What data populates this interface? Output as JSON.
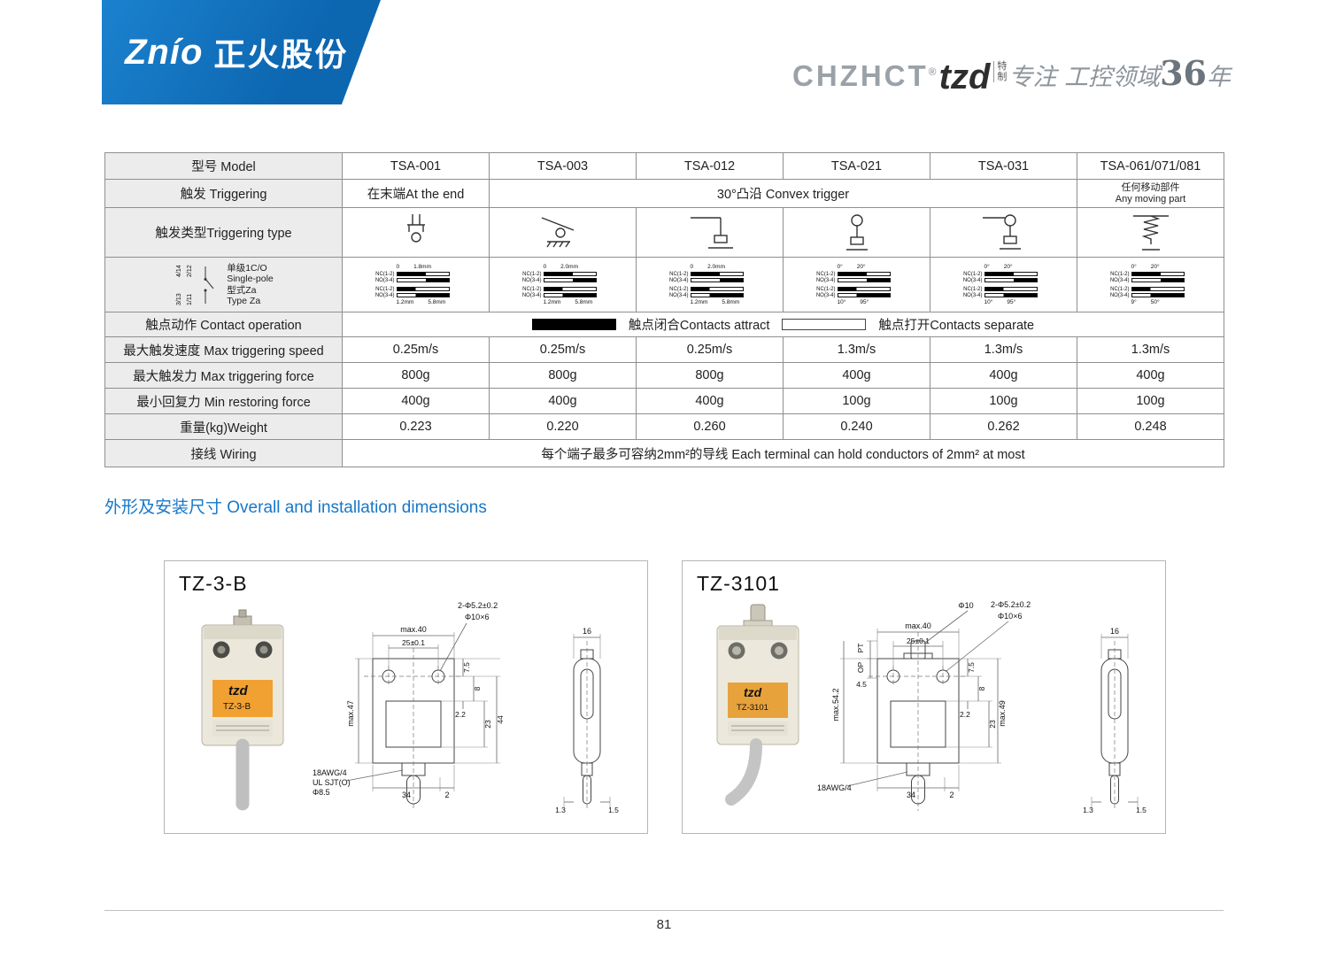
{
  "header": {
    "logo_en": "Znío",
    "logo_zh": "正火股份",
    "brand": "CHZHCT",
    "brand_reg": "®",
    "tzd": "tzd",
    "tzd_tag": "特制",
    "slogan_pre": "专注 工控领域",
    "slogan_num": "36",
    "slogan_post": "年"
  },
  "table": {
    "model": {
      "label": "型号 Model",
      "values": [
        "TSA-001",
        "TSA-003",
        "TSA-012",
        "TSA-021",
        "TSA-031",
        "TSA-061/071/081"
      ]
    },
    "triggering": {
      "label": "触发 Triggering",
      "end": "在末端At the end",
      "convex": "30°凸沿 Convex trigger",
      "any_zh": "任何移动部件",
      "any_en": "Any moving part"
    },
    "trigger_type": {
      "label": "触发类型Triggering type"
    },
    "circuit": {
      "terminals": [
        "4/14",
        "2/12",
        "3/13",
        "1/11"
      ],
      "pole": [
        "单级1C/O",
        "Single-pole",
        "型式Za",
        "Type Za"
      ],
      "contact_labels": [
        "NC(1-2)",
        "NO(3-4)"
      ],
      "diagrams": [
        {
          "t0": "0",
          "t1": "1.8mm",
          "b0": "1.2mm",
          "b1": "5.8mm"
        },
        {
          "t0": "0",
          "t1": "2.0mm",
          "b0": "1.2mm",
          "b1": "5.8mm"
        },
        {
          "t0": "0",
          "t1": "2.0mm",
          "b0": "1.2mm",
          "b1": "5.8mm"
        },
        {
          "t0": "0°",
          "t1": "20°",
          "b0": "10°",
          "b1": "95°"
        },
        {
          "t0": "0°",
          "t1": "20°",
          "b0": "10°",
          "b1": "95°"
        },
        {
          "t0": "0°",
          "t1": "20°",
          "b0": "9°",
          "b1": "50°"
        }
      ]
    },
    "contact_op": {
      "label": "触点动作 Contact operation",
      "attract": "触点闭合Contacts attract",
      "separate": "触点打开Contacts separate"
    },
    "max_speed": {
      "label": "最大触发速度 Max triggering speed",
      "values": [
        "0.25m/s",
        "0.25m/s",
        "0.25m/s",
        "1.3m/s",
        "1.3m/s",
        "1.3m/s"
      ]
    },
    "max_force": {
      "label": "最大触发力 Max triggering force",
      "values": [
        "800g",
        "800g",
        "800g",
        "400g",
        "400g",
        "400g"
      ]
    },
    "min_force": {
      "label": "最小回复力 Min restoring force",
      "values": [
        "400g",
        "400g",
        "400g",
        "100g",
        "100g",
        "100g"
      ]
    },
    "weight": {
      "label": "重量(kg)Weight",
      "values": [
        "0.223",
        "0.220",
        "0.260",
        "0.240",
        "0.262",
        "0.248"
      ]
    },
    "wiring": {
      "label": "接线 Wiring",
      "value": "每个端子最多可容纳2mm²的导线 Each terminal can hold conductors of 2mm² at most"
    }
  },
  "section_title": "外形及安装尺寸 Overall and installation dimensions",
  "drawings": {
    "tz3b": {
      "title": "TZ-3-B",
      "photo": {
        "brand": "tzd",
        "model": "TZ-3-B"
      },
      "dims": {
        "hole_callout": "2-Φ5.2±0.2",
        "hole_callout2": "Φ10×6",
        "max_w": "max.40",
        "hole_span": "25±0.1",
        "max_h": "max.47",
        "d75": "7.5",
        "d8": "8",
        "d22": "2.2",
        "d23": "23",
        "d44": "44",
        "d34": "34",
        "d2": "2",
        "d16": "16",
        "d13": "1.3",
        "d15": "1.5",
        "cable1": "18AWG/4",
        "cable2": "UL SJT(O)",
        "cable3": "Φ8.5"
      }
    },
    "tz3101": {
      "title": "TZ-3101",
      "photo": {
        "brand": "tzd",
        "model": "TZ-3101"
      },
      "dims": {
        "plunger": "Φ10",
        "hole_callout": "2-Φ5.2±0.2",
        "hole_callout2": "Φ10×6",
        "max_w": "max.40",
        "hole_span": "25±0.1",
        "pt": "PT",
        "op": "OP",
        "d45": "4.5",
        "max_h": "max.54.2",
        "max_h2": "max.49",
        "d75": "7.5",
        "d8": "8",
        "d22": "2.2",
        "d23": "23",
        "d34": "34",
        "d2": "2",
        "d16": "16",
        "d13": "1.3",
        "d15": "1.5",
        "cable1": "18AWG/4"
      }
    }
  },
  "footer": {
    "page": "81"
  }
}
